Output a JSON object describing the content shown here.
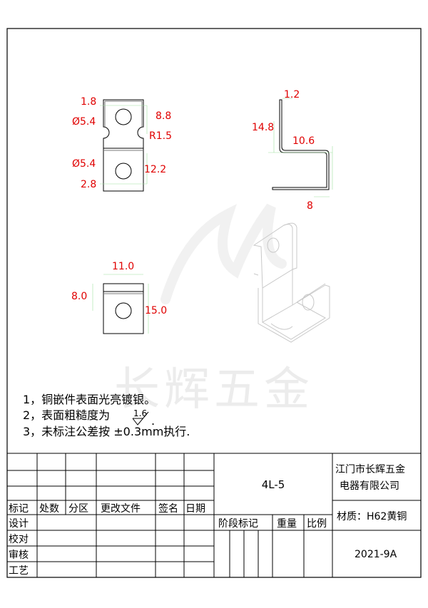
{
  "watermark": "长辉五金",
  "views": {
    "front_top": {
      "dims": [
        "1.8",
        "Ø5.4",
        "8.8",
        "R1.5",
        "Ø5.4",
        "12.2",
        "2.8"
      ]
    },
    "side": {
      "dims": [
        "1.2",
        "14.8",
        "10.6",
        "8"
      ]
    },
    "front_bottom": {
      "dims": [
        "11.0",
        "8.0",
        "15.0"
      ]
    }
  },
  "notes": [
    "1，铜嵌件表面光亮镀银。",
    "2，表面粗糙度为",
    "3，未标注公差按  ±0.3mm执行."
  ],
  "roughness_value": "1.6",
  "title_block": {
    "part_no": "4L-5",
    "company_line1": "江门市长辉五金",
    "company_line2": "电器有限公司",
    "material": "材质：H62黄铜",
    "date": "2021-9A",
    "header_labels": [
      "标记",
      "处数",
      "分区",
      "更改文件",
      "签名",
      "日期"
    ],
    "left_labels": [
      "设计",
      "校对",
      "审核",
      "工艺"
    ],
    "stage_labels": [
      "阶段标记",
      "重量",
      "比例"
    ]
  }
}
